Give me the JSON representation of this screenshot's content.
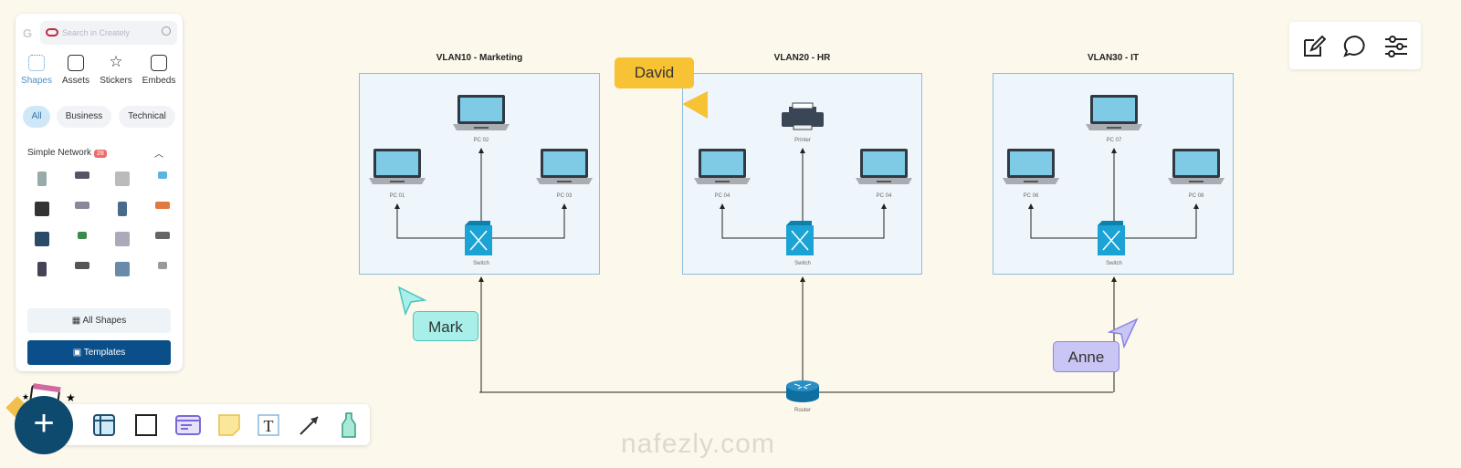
{
  "sidebar": {
    "search_placeholder": "Search in Creately",
    "g": "G",
    "tabs": [
      {
        "label": "Shapes"
      },
      {
        "label": "Assets"
      },
      {
        "label": "Stickers"
      },
      {
        "label": "Embeds"
      }
    ],
    "filters": [
      "All",
      "Business",
      "Technical"
    ],
    "section": {
      "title": "Simple Network",
      "count": "28"
    },
    "all_shapes": "All Shapes",
    "templates": "Templates"
  },
  "diagram": {
    "vlans": [
      {
        "title": "VLAN10 - Marketing",
        "devices": [
          "PC 01",
          "PC 02",
          "PC 03"
        ],
        "switch": "Switch"
      },
      {
        "title": "VLAN20 - HR",
        "devices": [
          "PC 04",
          "Printer",
          "PC 04"
        ],
        "switch": "Switch"
      },
      {
        "title": "VLAN30 - IT",
        "devices": [
          "PC 06",
          "PC 07",
          "PC 08"
        ],
        "switch": "Switch"
      }
    ],
    "router": "Router"
  },
  "cursors": [
    {
      "name": "David",
      "color": "#f7c234"
    },
    {
      "name": "Mark",
      "color": "#a8efe9"
    },
    {
      "name": "Anne",
      "color": "#c9c5f5"
    }
  ],
  "watermark": "nafezly.com",
  "colors": {
    "accent": "#0d4a6e",
    "switch": "#1aa3d4",
    "templates": "#0b4f8a"
  }
}
